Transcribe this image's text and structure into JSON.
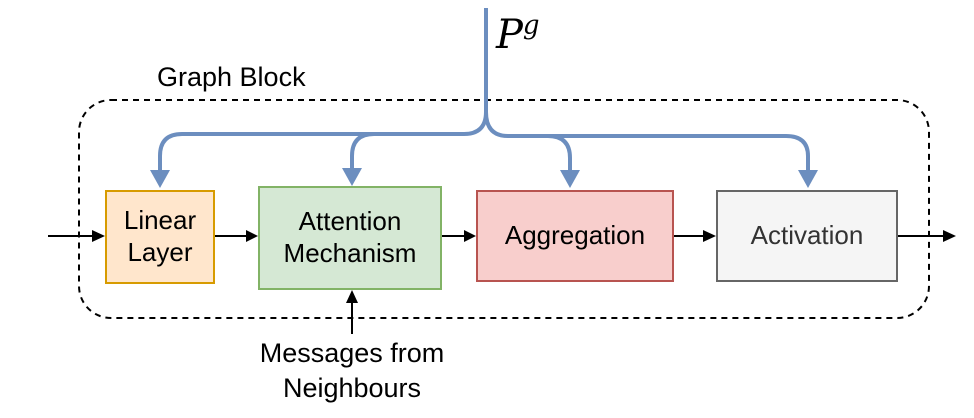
{
  "diagram": {
    "title": "Graph Block",
    "pg_input": {
      "base": "P",
      "superscript": "g"
    },
    "boxes": {
      "linear": {
        "line1": "Linear",
        "line2": "Layer",
        "fill": "#ffe6cc",
        "border": "#d79b00"
      },
      "attention": {
        "line1": "Attention",
        "line2": "Mechanism",
        "fill": "#d5e8d4",
        "border": "#82b366"
      },
      "aggregation": {
        "label": "Aggregation",
        "fill": "#f8cecc",
        "border": "#b85450"
      },
      "activation": {
        "label": "Activation",
        "fill": "#f5f5f5",
        "border": "#666666",
        "text_color": "#333333"
      }
    },
    "bottom_input": {
      "line1": "Messages from",
      "line2": "Neighbours"
    },
    "colors": {
      "parameter_arrows": "#6c8ebf",
      "flow_arrows": "#000000",
      "container_border": "#000000"
    }
  }
}
